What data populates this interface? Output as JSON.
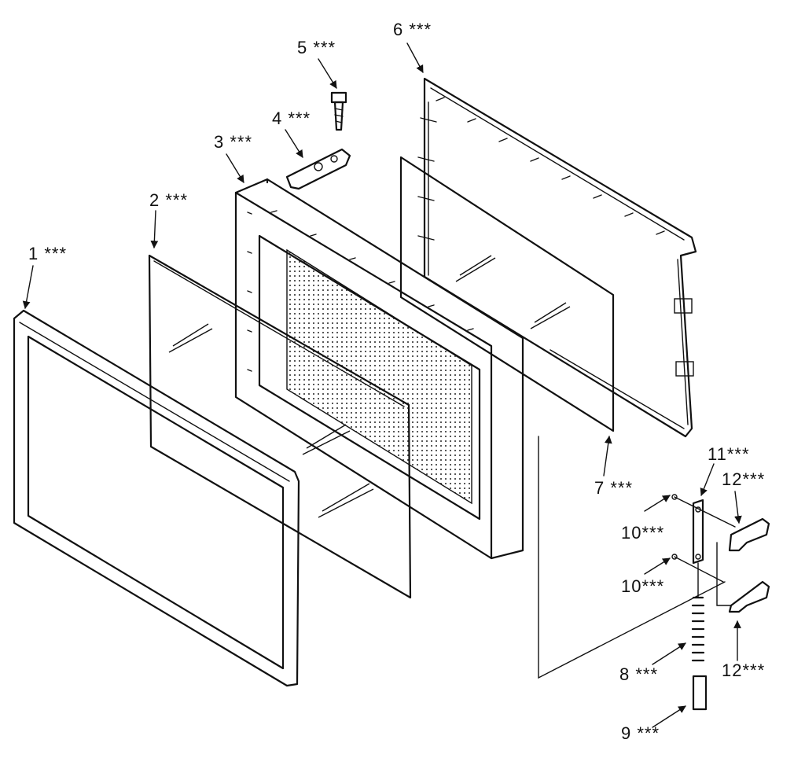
{
  "parts": [
    {
      "id": "part-1",
      "label": "1 ***"
    },
    {
      "id": "part-2",
      "label": "2 ***"
    },
    {
      "id": "part-3",
      "label": "3 ***"
    },
    {
      "id": "part-4",
      "label": "4 ***"
    },
    {
      "id": "part-5",
      "label": "5 ***"
    },
    {
      "id": "part-6",
      "label": "6 ***"
    },
    {
      "id": "part-7",
      "label": "7 ***"
    },
    {
      "id": "part-8",
      "label": "8 ***"
    },
    {
      "id": "part-9",
      "label": "9 ***"
    },
    {
      "id": "part-10a",
      "label": "10***"
    },
    {
      "id": "part-10b",
      "label": "10***"
    },
    {
      "id": "part-11",
      "label": "11***"
    },
    {
      "id": "part-12a",
      "label": "12***"
    },
    {
      "id": "part-12b",
      "label": "12***"
    }
  ],
  "colors": {
    "ink": "#111111",
    "paper": "#ffffff"
  }
}
